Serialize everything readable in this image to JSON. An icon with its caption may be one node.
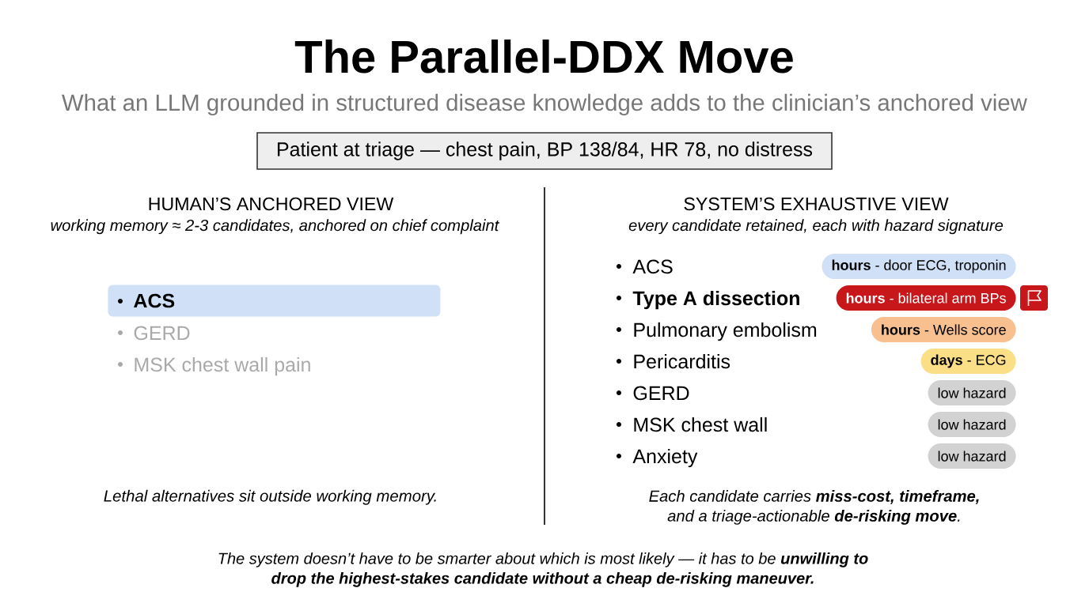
{
  "diagram": {
    "title": "The Parallel-DDX Move",
    "caption": "The system doesn’t have to be smarter about which is most likely — it has to be **unwilling to drop the highest-stakes candidate without a cheap de-risking maneuver.**",
    "nodes": [
      {
        "text": [
          "Patient at triage — chest pain, BP 138/84, HR 78, no distress"
        ]
      },
      {
        "text": [
          "ACS"
        ]
      },
      {
        "text": [
          "**hours** - door ECG, troponin"
        ]
      },
      {
        "text": [
          "**hours** - bilateral arm BPs"
        ]
      },
      {
        "text": [
          "**hours** - Wells score"
        ]
      },
      {
        "text": [
          "**days** - ECG"
        ]
      },
      {
        "text": [
          "low hazard"
        ]
      },
      {
        "text": [
          "low hazard"
        ]
      },
      {
        "text": [
          "low hazard"
        ]
      }
    ],
    "labels": [
      "What an LLM grounded in structured disease knowledge adds to the clinician’s anchored view",
      "HUMAN’S ANCHORED VIEW",
      "working memory ≈ 2-3 candidates, anchored on chief complaint",
      "SYSTEM’S EXHAUSTIVE VIEW",
      "every candidate retained, each with hazard signature",
      "GERD",
      "MSK chest wall pain",
      "ACS",
      "Type A dissection",
      "Pulmonary embolism",
      "Pericarditis",
      "GERD",
      "MSK chest wall",
      "Anxiety",
      "Lethal alternatives sit outside working memory.",
      "Each candidate carries **miss-cost, timeframe,** and a triage-actionable **de-risking move**."
    ]
  }
}
